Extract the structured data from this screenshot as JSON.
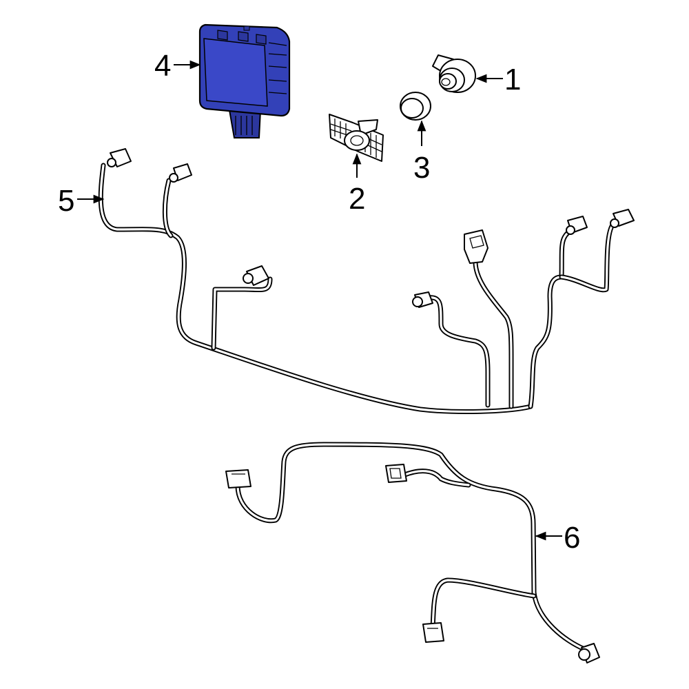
{
  "diagram": {
    "callouts": [
      {
        "id": "1",
        "label": "1"
      },
      {
        "id": "2",
        "label": "2"
      },
      {
        "id": "3",
        "label": "3"
      },
      {
        "id": "4",
        "label": "4"
      },
      {
        "id": "5",
        "label": "5"
      },
      {
        "id": "6",
        "label": "6"
      }
    ],
    "highlight_color": "#3341b8",
    "highlighted_part": "4",
    "line_color": "#000000",
    "background": "#ffffff"
  }
}
